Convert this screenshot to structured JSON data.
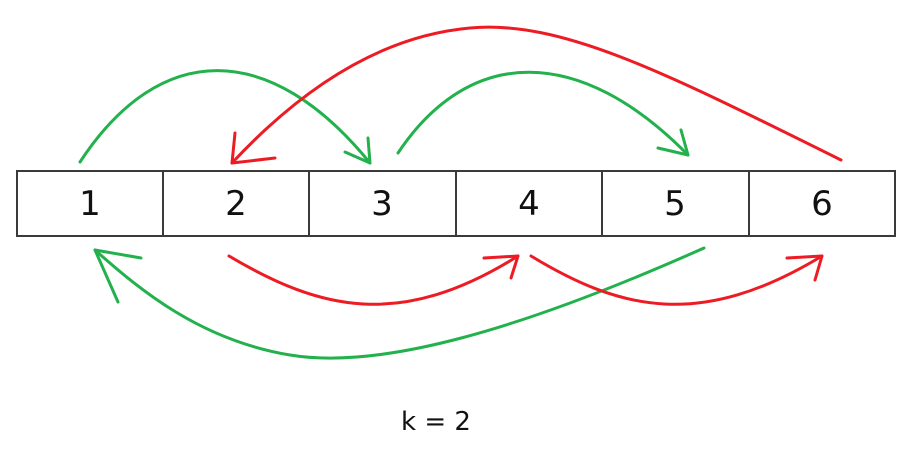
{
  "array": {
    "cells": [
      "1",
      "2",
      "3",
      "4",
      "5",
      "6"
    ]
  },
  "arrows": [
    {
      "from": "1",
      "to": "3",
      "color": "#22b14c"
    },
    {
      "from": "3",
      "to": "5",
      "color": "#22b14c"
    },
    {
      "from": "5",
      "to": "1",
      "color": "#22b14c"
    },
    {
      "from": "2",
      "to": "4",
      "color": "#ed1c24"
    },
    {
      "from": "4",
      "to": "6",
      "color": "#ed1c24"
    },
    {
      "from": "6",
      "to": "2",
      "color": "#ed1c24"
    }
  ],
  "caption": "k = 2",
  "colors": {
    "green_cycle": "#22b14c",
    "red_cycle": "#ed1c24",
    "cell_border": "#3a3a3a"
  }
}
